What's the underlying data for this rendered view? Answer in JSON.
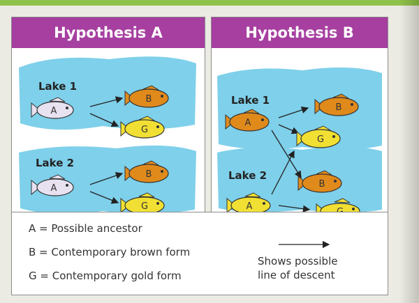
{
  "colors": {
    "header": "#a63fa0",
    "lake": "#7fd0ea",
    "brown_fish": "#e08a1c",
    "gold_fish": "#f1e033",
    "ancestor_fish": "#e7e1f0"
  },
  "panels": {
    "a": {
      "title": "Hypothesis A",
      "lake1_label": "Lake 1",
      "lake2_label": "Lake 2",
      "fish_letters": [
        "A",
        "B",
        "G",
        "A",
        "B",
        "G"
      ]
    },
    "b": {
      "title": "Hypothesis B",
      "lake1_label": "Lake 1",
      "lake2_label": "Lake 2",
      "fish_letters": [
        "A",
        "B",
        "G",
        "A",
        "B",
        "G"
      ]
    }
  },
  "key": {
    "a_line": "A = Possible ancestor",
    "b_line": "B = Contemporary brown form",
    "g_line": "G = Contemporary gold form",
    "arrow_line1": "Shows possible",
    "arrow_line2": "line of descent"
  }
}
